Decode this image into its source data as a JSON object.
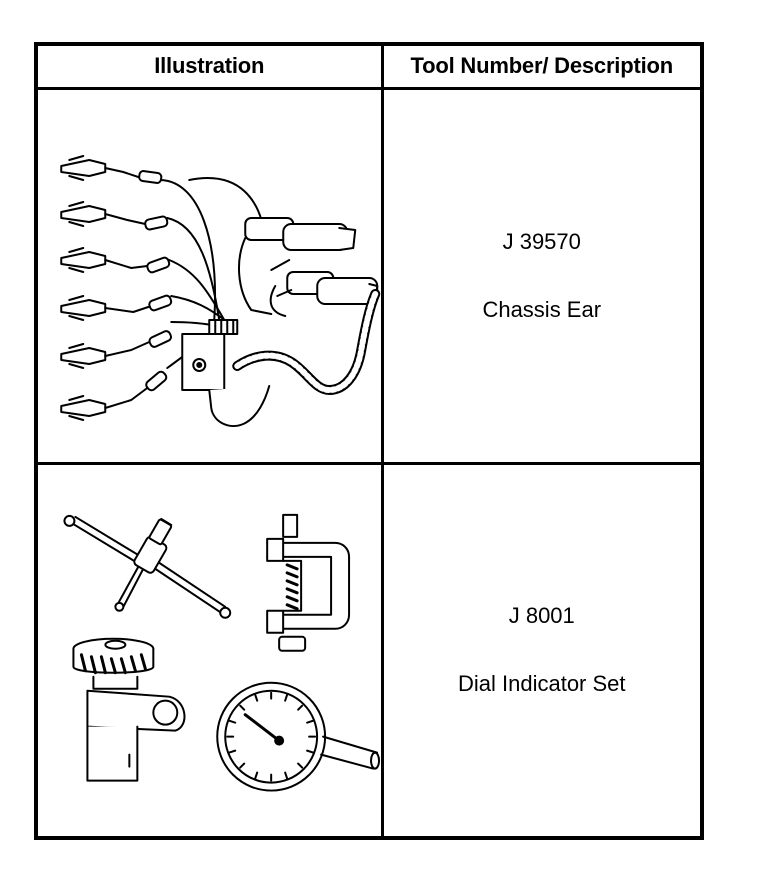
{
  "table": {
    "headers": {
      "illustration": "Illustration",
      "description": "Tool Number/ Description"
    },
    "rows": [
      {
        "tool_number": "J 39570",
        "description": "Chassis Ear",
        "illustration_icon": "chassis-ear-tool-icon"
      },
      {
        "tool_number": "J 8001",
        "description": "Dial Indicator Set",
        "illustration_icon": "dial-indicator-set-icon"
      }
    ]
  },
  "colors": {
    "line": "#000000",
    "background": "#ffffff"
  }
}
